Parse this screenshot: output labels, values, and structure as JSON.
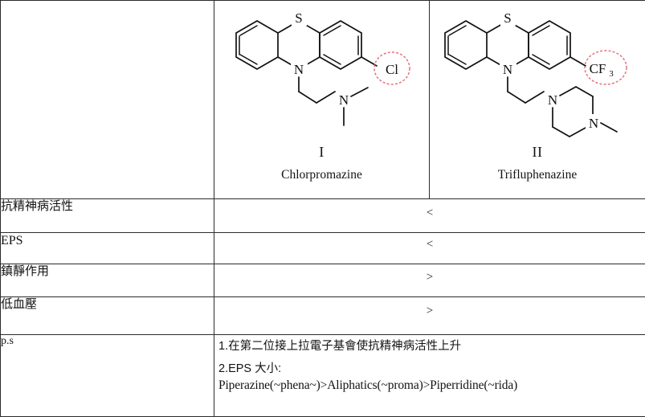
{
  "table": {
    "corner_cell": "",
    "columns": [
      {
        "roman": "I",
        "name": "Chlorpromazine",
        "highlight_group": "Cl",
        "ring_atoms": {
          "sulfur": "S",
          "ring_nitrogen": "N",
          "amine_nitrogen": "N"
        }
      },
      {
        "roman": "II",
        "name": "Trifluphenazine",
        "highlight_group": "CF3",
        "highlight_group_main": "CF",
        "highlight_group_sub": "3",
        "ring_atoms": {
          "sulfur": "S",
          "ring_nitrogen": "N",
          "piperazine_n1": "N",
          "piperazine_n4": "N"
        }
      }
    ],
    "rows": [
      {
        "label": "抗精神病活性",
        "value": "<",
        "style": "cjk"
      },
      {
        "label": "EPS",
        "value": "<",
        "style": "latin"
      },
      {
        "label": "鎮靜作用",
        "value": ">",
        "style": "cjk"
      },
      {
        "label": "低血壓",
        "value": ">",
        "style": "cjk"
      }
    ],
    "notes_row": {
      "label": "p.s",
      "lines": [
        "1.在第二位接上拉電子基會使抗精神病活性上升",
        "2.EPS 大小:",
        "Piperazine(~phena~)>Aliphatics(~proma)>Piperridine(~rida)"
      ]
    }
  },
  "colors": {
    "border": "#2b2b2b",
    "text": "#141414",
    "highlight_ring": "#e8707f",
    "background": "#ffffff"
  }
}
